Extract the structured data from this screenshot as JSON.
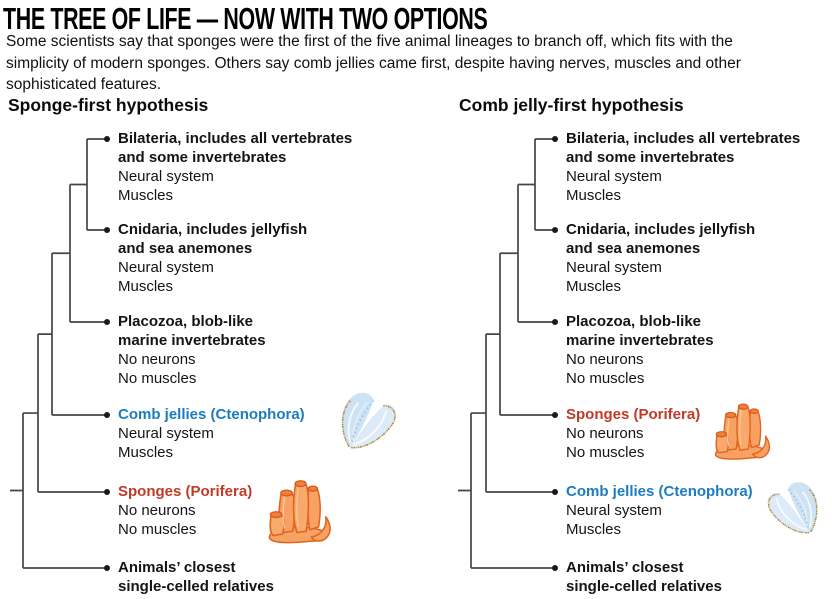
{
  "page": {
    "title": "THE TREE OF LIFE — NOW WITH TWO OPTIONS",
    "subtitle_lines": [
      "Some scientists say that sponges were the first of the five animal lineages to branch off, which fits with the",
      "simplicity of modern sponges. Others say comb jellies came first, despite having nerves, muscles and other",
      "sophisticated features."
    ]
  },
  "colors": {
    "branch": "#454545",
    "dot": "#1a1a1a",
    "text": "#141414",
    "comb_jelly_blue": "#1b7dc0",
    "sponge_red": "#c03a27"
  },
  "trees": [
    {
      "id": "sponge-first",
      "heading": "Sponge-first hypothesis",
      "leaves": [
        {
          "name_lines": [
            "Bilateria, includes all vertebrates",
            "and some invertebrates"
          ],
          "traits": [
            "Neural system",
            "Muscles"
          ],
          "color": "default"
        },
        {
          "name_lines": [
            "Cnidaria, includes jellyfish",
            "and sea anemones"
          ],
          "traits": [
            "Neural system",
            "Muscles"
          ],
          "color": "default"
        },
        {
          "name_lines": [
            "Placozoa, blob-like",
            "marine invertebrates"
          ],
          "traits": [
            "No neurons",
            "No muscles"
          ],
          "color": "default"
        },
        {
          "name_lines": [
            "Comb jellies (Ctenophora)"
          ],
          "traits": [
            "Neural system",
            "Muscles"
          ],
          "color": "blue",
          "illustration": "comb-jelly"
        },
        {
          "name_lines": [
            "Sponges (Porifera)"
          ],
          "traits": [
            "No neurons",
            "No muscles"
          ],
          "color": "red",
          "illustration": "sponge"
        },
        {
          "name_lines": [
            "Animals’ closest",
            "single-celled relatives"
          ],
          "traits": [],
          "color": "default"
        }
      ]
    },
    {
      "id": "comb-jelly-first",
      "heading": "Comb jelly-first hypothesis",
      "leaves": [
        {
          "name_lines": [
            "Bilateria, includes all vertebrates",
            "and some invertebrates"
          ],
          "traits": [
            "Neural system",
            "Muscles"
          ],
          "color": "default"
        },
        {
          "name_lines": [
            "Cnidaria, includes jellyfish",
            "and sea anemones"
          ],
          "traits": [
            "Neural system",
            "Muscles"
          ],
          "color": "default"
        },
        {
          "name_lines": [
            "Placozoa, blob-like",
            "marine invertebrates"
          ],
          "traits": [
            "No neurons",
            "No muscles"
          ],
          "color": "default"
        },
        {
          "name_lines": [
            "Sponges (Porifera)"
          ],
          "traits": [
            "No neurons",
            "No muscles"
          ],
          "color": "red",
          "illustration": "sponge"
        },
        {
          "name_lines": [
            "Comb jellies (Ctenophora)"
          ],
          "traits": [
            "Neural system",
            "Muscles"
          ],
          "color": "blue",
          "illustration": "comb-jelly"
        },
        {
          "name_lines": [
            "Animals’ closest",
            "single-celled relatives"
          ],
          "traits": [],
          "color": "default"
        }
      ]
    }
  ]
}
